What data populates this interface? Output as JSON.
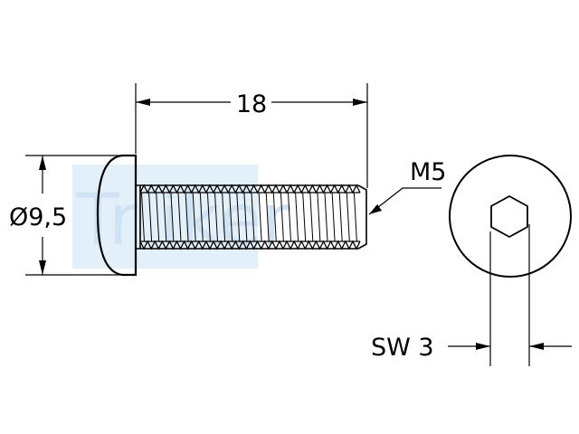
{
  "watermark": {
    "text": "Tr        iker",
    "color": "#cfe3f4"
  },
  "dimensions": {
    "length": "18",
    "head_diameter": "Ø9,5",
    "thread": "M5",
    "socket_size": "SW 3"
  },
  "colors": {
    "line": "#000000",
    "background": "#ffffff",
    "watermark": "#cfe3f4"
  },
  "icons": {
    "socket": "hexagon-socket-icon"
  }
}
